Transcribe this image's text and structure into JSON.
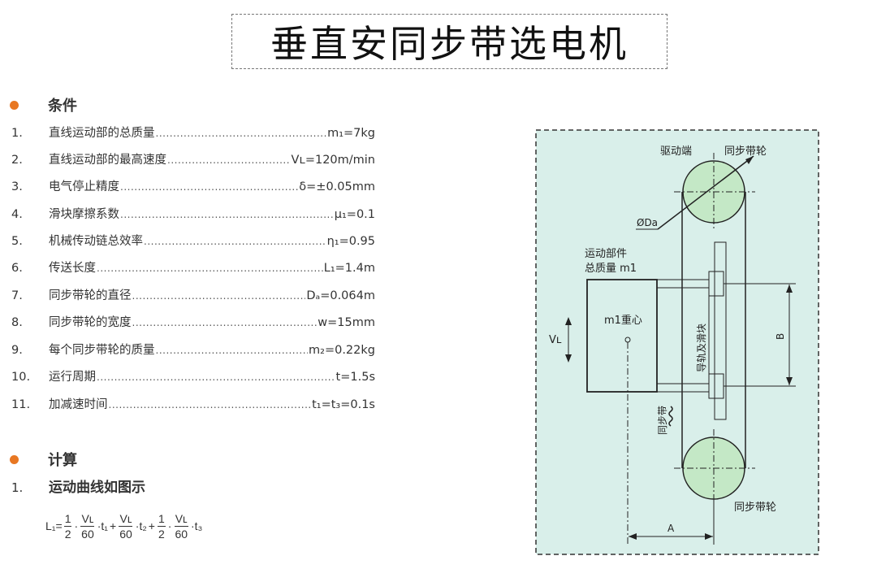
{
  "title": "垂直安同步带选电机",
  "conditions": {
    "heading": "条件",
    "items": [
      {
        "num": "1.",
        "label": "直线运动部的总质量",
        "value": "m₁=7kg"
      },
      {
        "num": "2.",
        "label": "直线运动部的最高速度",
        "value": "Vʟ=120m/min"
      },
      {
        "num": "3.",
        "label": "电气停止精度",
        "value": "δ=±0.05mm"
      },
      {
        "num": "4.",
        "label": "滑块摩擦系数",
        "value": "μ₁=0.1"
      },
      {
        "num": "5.",
        "label": "机械传动链总效率",
        "value": "η₁=0.95"
      },
      {
        "num": "6.",
        "label": "传送长度",
        "value": "L₁=1.4m"
      },
      {
        "num": "7.",
        "label": "同步带轮的直径",
        "value": "Dₐ=0.064m"
      },
      {
        "num": "8.",
        "label": "同步带轮的宽度",
        "value": "w=15mm"
      },
      {
        "num": "9.",
        "label": "每个同步带轮的质量",
        "value": "m₂=0.22kg"
      },
      {
        "num": "10.",
        "label": "运行周期",
        "value": "t=1.5s"
      },
      {
        "num": "11.",
        "label": "加减速时间",
        "value": "t₁=t₃=0.1s"
      }
    ]
  },
  "calculation": {
    "heading": "计算",
    "item_num": "1.",
    "item_text": "运动曲线如图示",
    "formula": {
      "lhs": "L₁=",
      "one": "1",
      "two": "2",
      "vl": "Vʟ",
      "sixty": "60",
      "dot": "·",
      "plus": "+",
      "t1": "·t₁",
      "t2": "·t₂",
      "t3": "·t₃"
    }
  },
  "diagram": {
    "label_drive": "驱动端",
    "label_pulley_top": "同步带轮",
    "label_diameter": "ØDa",
    "label_moving_line1": "运动部件",
    "label_moving_line2": "总质量 m1",
    "label_center": "m1重心",
    "label_velocity": "Vʟ",
    "label_guide": "导轨及滑块",
    "label_B": "B",
    "label_belt": "同步带",
    "label_pulley_bottom": "同步带轮",
    "label_A": "A",
    "colors": {
      "background": "#d9efea",
      "pulley": "#c4e8c6",
      "accent": "#e87722"
    }
  }
}
